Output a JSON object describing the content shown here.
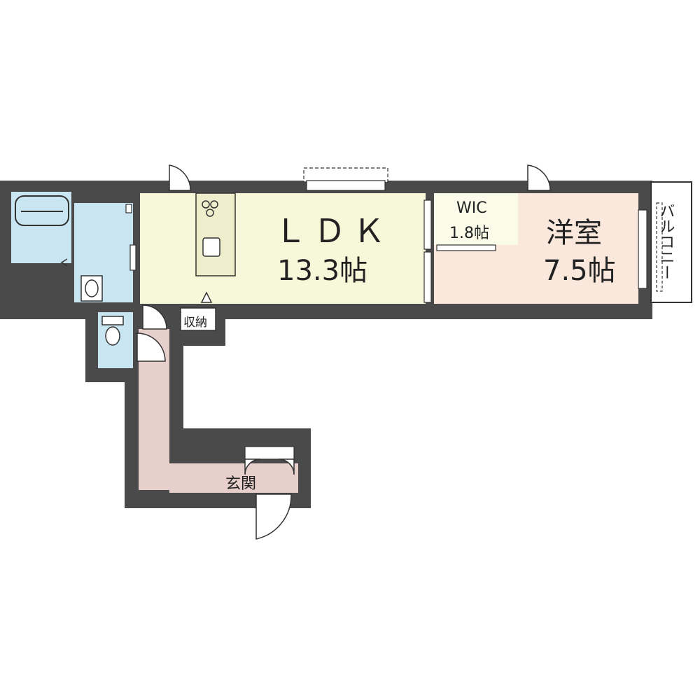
{
  "colors": {
    "wall": "#4a4a4a",
    "ldk": "#f7f7d9",
    "bedroom": "#fae8dd",
    "wet": "#c9e5f2",
    "corridor": "#e7cfcc",
    "wic": "#fbfbe9",
    "balcony": "#ffffff",
    "line": "#333333"
  },
  "rooms": {
    "ldk": {
      "name": "ＬＤＫ",
      "size": "13.3帖"
    },
    "bedroom": {
      "name": "洋室",
      "size": "7.5帖"
    },
    "wic": {
      "name": "WIC",
      "size": "1.8帖"
    },
    "storage": {
      "name": "収納"
    },
    "entrance": {
      "name": "玄関"
    },
    "balcony": {
      "name": "バルコニー"
    }
  }
}
